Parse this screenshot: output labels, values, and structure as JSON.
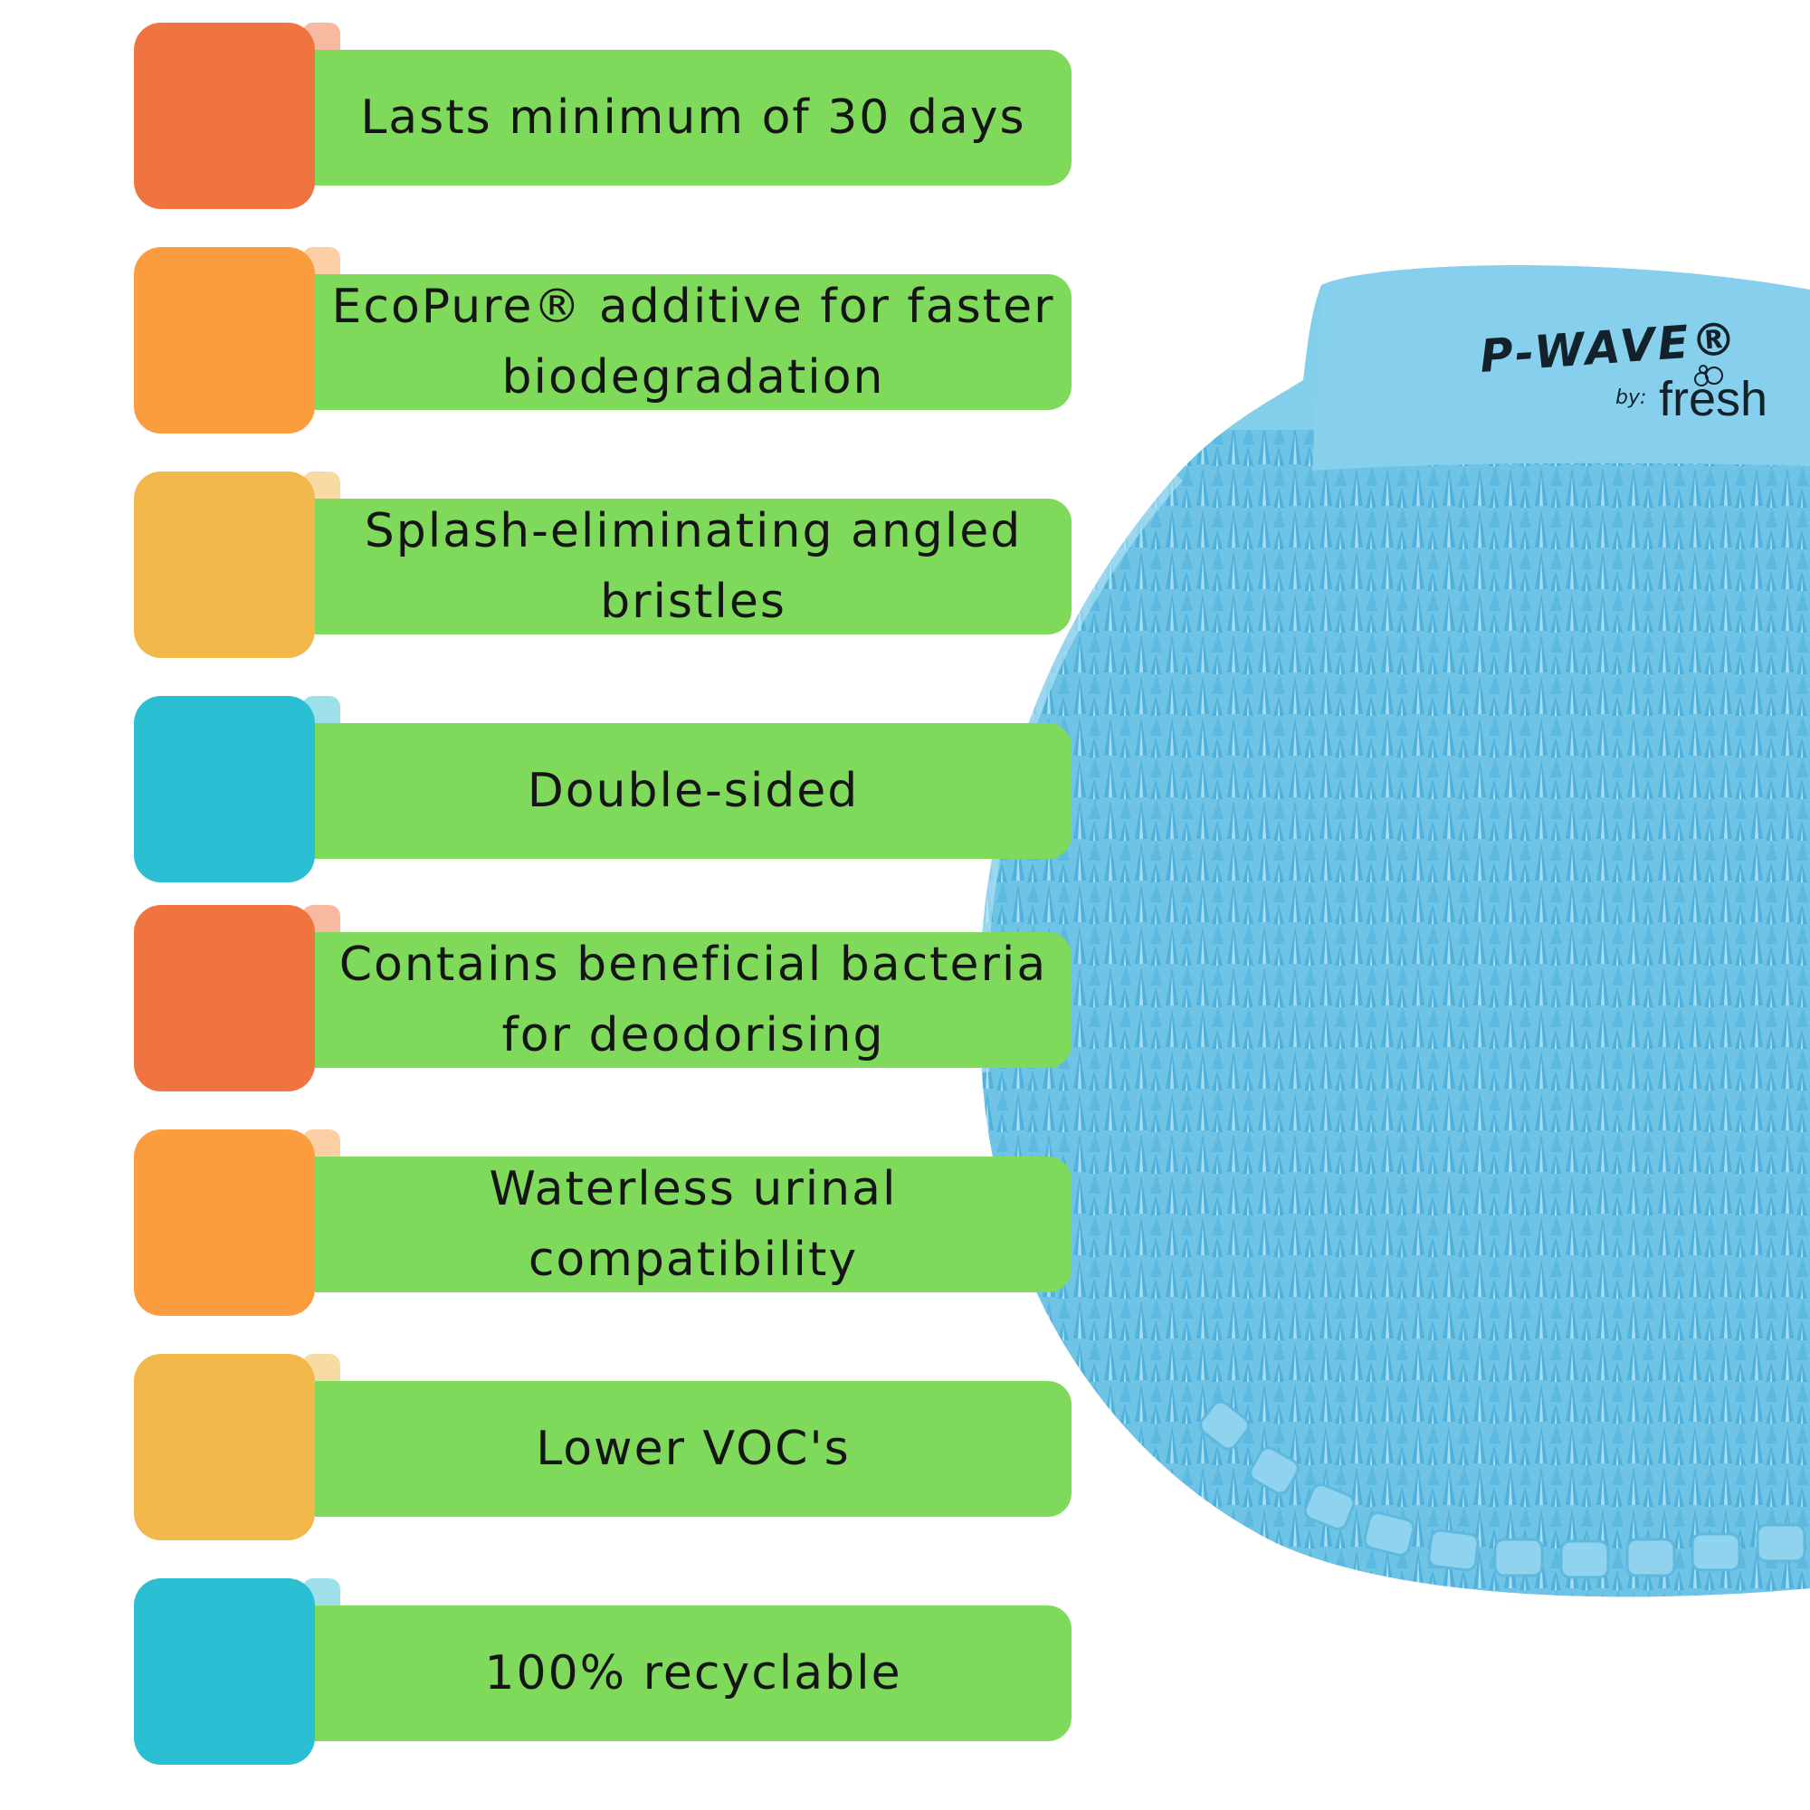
{
  "colors": {
    "orange_red": "#ef7440",
    "orange": "#fb9c3e",
    "amber": "#f2b84c",
    "teal": "#2abfd2",
    "green": "#7fd95a",
    "product_blue": "#74c9ea"
  },
  "features": [
    {
      "text": "Lasts minimum of 30 days",
      "color": "#ef7440",
      "tip": "#f7b9a0"
    },
    {
      "text": "EcoPure® additive for faster biodegradation",
      "color": "#fb9c3e",
      "tip": "#fcd0a4"
    },
    {
      "text": "Splash-eliminating angled bristles",
      "color": "#f2b84c",
      "tip": "#f8dba4"
    },
    {
      "text": "Double-sided",
      "color": "#2abfd2",
      "tip": "#9ee0ea"
    },
    {
      "text": "Contains beneficial bacteria for deodorising",
      "color": "#ef7440",
      "tip": "#f7b9a0"
    },
    {
      "text": "Waterless urinal compatibility",
      "color": "#fb9c3e",
      "tip": "#fcd0a4"
    },
    {
      "text": "Lower VOC's",
      "color": "#f2b84c",
      "tip": "#f8dba4"
    },
    {
      "text": "100% recyclable",
      "color": "#2abfd2",
      "tip": "#9ee0ea"
    }
  ],
  "product": {
    "brand_name": "P-WAVE®",
    "by_label": "by:",
    "maker_name": "fresh"
  }
}
